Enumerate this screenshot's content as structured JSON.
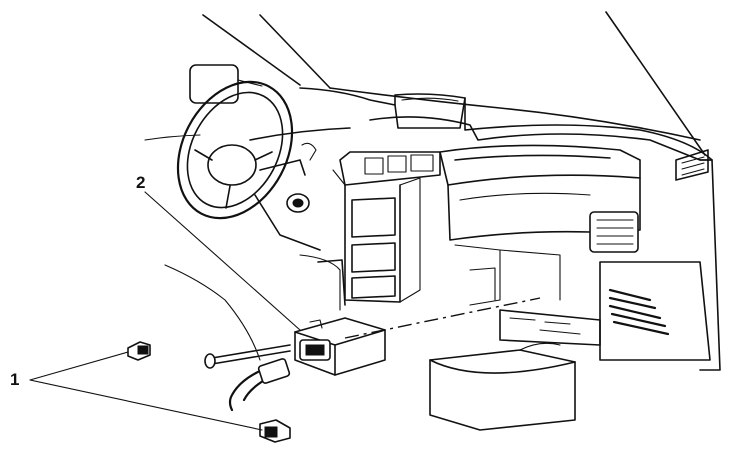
{
  "figure": {
    "callouts": [
      {
        "id": "1",
        "label": "1"
      },
      {
        "id": "2",
        "label": "2"
      }
    ]
  }
}
